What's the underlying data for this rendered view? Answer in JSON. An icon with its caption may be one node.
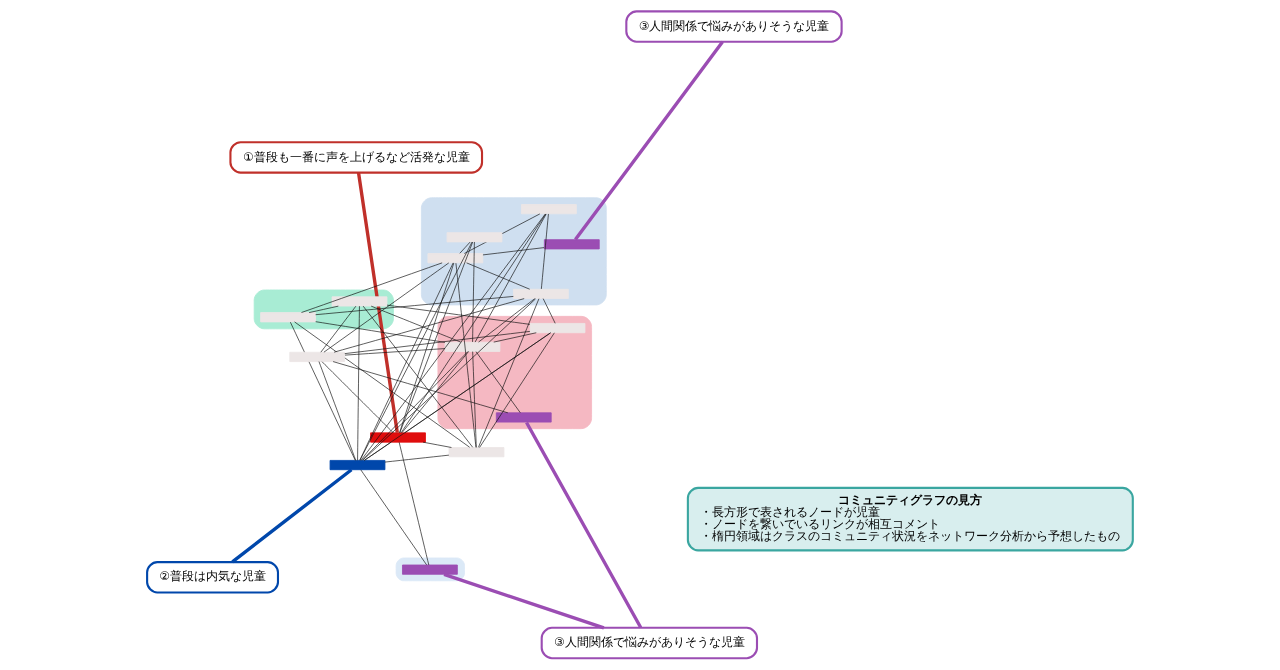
{
  "diagram": {
    "nodes": [
      {
        "text": [
          "コミュニティグラフの見方",
          "・長方形で表されるノードが児童",
          "・ノードを繋いでいるリンクが相互コメント",
          "・楕円領域はクラスのコミュニティ状況をネットワーク分析から予想したもの"
        ]
      },
      {
        "text": [
          "①普段も一番に声を上げるなど活発な児童"
        ]
      },
      {
        "text": [
          "③人間関係で悩みがありそうな児童"
        ]
      },
      {
        "text": [],
        "shape": "ellipse"
      },
      {
        "text": [],
        "shape": "bar",
        "in": 3
      },
      {
        "text": [],
        "shape": "bar",
        "in": 3
      },
      {
        "text": [],
        "shape": "ellipse"
      },
      {
        "text": [],
        "shape": "bar",
        "in": 6
      },
      {
        "text": [],
        "shape": "bar",
        "in": 6
      },
      {
        "text": [],
        "shape": "bar"
      },
      {
        "text": [],
        "shape": "bar"
      },
      {
        "text": [],
        "shape": "bar"
      },
      {
        "text": [],
        "shape": "bar",
        "in": 6
      },
      {
        "text": [],
        "shape": "ellipse"
      },
      {
        "text": [],
        "shape": "ellipse"
      },
      {
        "text": [],
        "shape": "bar",
        "in": 13
      },
      {
        "text": [],
        "shape": "bar"
      },
      {
        "text": [],
        "shape": "bar",
        "in": 14
      },
      {
        "text": [],
        "shape": "bar",
        "in": 6
      },
      {
        "text": [],
        "shape": "bar",
        "in": 14
      },
      {
        "text": [],
        "shape": "bar",
        "in": 6
      },
      {
        "text": [
          "③人間関係で悩みがありそうな児童"
        ]
      },
      {
        "text": [
          "②普段は内気な児童"
        ]
      },
      {
        "text": [],
        "shape": "bar",
        "in": 14
      }
    ],
    "edges": [
      {
        "from": 1,
        "to": 11,
        "arrow": "none",
        "style": "thick",
        "color": "#c0302a"
      },
      {
        "from": 2,
        "to": 7,
        "arrow": "none",
        "style": "thick",
        "color": "#9b4db3"
      },
      {
        "from": 21,
        "to": 15,
        "arrow": "none",
        "style": "thick",
        "color": "#9b4db3"
      },
      {
        "from": 21,
        "to": 23,
        "arrow": "none",
        "style": "thick",
        "color": "#9b4db3"
      },
      {
        "from": 22,
        "to": 16,
        "arrow": "none",
        "style": "thick",
        "color": "#0047ab"
      },
      {
        "from": 4,
        "to": 5,
        "arrow": "none"
      },
      {
        "from": 4,
        "to": 10,
        "arrow": "none"
      },
      {
        "from": 4,
        "to": 16,
        "arrow": "none"
      },
      {
        "from": 4,
        "to": 19,
        "arrow": "none"
      },
      {
        "from": 4,
        "to": 18,
        "arrow": "none"
      },
      {
        "from": 4,
        "to": 8,
        "arrow": "none"
      },
      {
        "from": 5,
        "to": 10,
        "arrow": "none"
      },
      {
        "from": 5,
        "to": 9,
        "arrow": "none"
      },
      {
        "from": 5,
        "to": 17,
        "arrow": "none"
      },
      {
        "from": 5,
        "to": 19,
        "arrow": "none"
      },
      {
        "from": 5,
        "to": 16,
        "arrow": "none"
      },
      {
        "from": 9,
        "to": 8,
        "arrow": "none"
      },
      {
        "from": 9,
        "to": 11,
        "arrow": "none"
      },
      {
        "from": 9,
        "to": 17,
        "arrow": "none"
      },
      {
        "from": 9,
        "to": 19,
        "arrow": "none"
      },
      {
        "from": 9,
        "to": 16,
        "arrow": "none"
      },
      {
        "from": 9,
        "to": 18,
        "arrow": "none"
      },
      {
        "from": 10,
        "to": 8,
        "arrow": "none"
      },
      {
        "from": 10,
        "to": 17,
        "arrow": "none"
      },
      {
        "from": 10,
        "to": 19,
        "arrow": "none"
      },
      {
        "from": 10,
        "to": 16,
        "arrow": "none"
      },
      {
        "from": 10,
        "to": 11,
        "arrow": "none"
      },
      {
        "from": 10,
        "to": 18,
        "arrow": "none"
      },
      {
        "from": 11,
        "to": 12,
        "arrow": "none"
      },
      {
        "from": 11,
        "to": 20,
        "arrow": "none"
      },
      {
        "from": 11,
        "to": 8,
        "arrow": "none"
      },
      {
        "from": 11,
        "to": 16,
        "arrow": "none"
      },
      {
        "from": 11,
        "to": 17,
        "arrow": "none"
      },
      {
        "from": 11,
        "to": 19,
        "arrow": "none"
      },
      {
        "from": 15,
        "to": 11,
        "arrow": "none"
      },
      {
        "from": 15,
        "to": 16,
        "arrow": "none"
      },
      {
        "from": 16,
        "to": 12,
        "arrow": "none"
      },
      {
        "from": 16,
        "to": 20,
        "arrow": "none"
      },
      {
        "from": 16,
        "to": 19,
        "arrow": "none"
      },
      {
        "from": 16,
        "to": 18,
        "arrow": "none"
      },
      {
        "from": 16,
        "to": 17,
        "arrow": "none"
      },
      {
        "from": 17,
        "to": 19,
        "arrow": "none"
      },
      {
        "from": 17,
        "to": 18,
        "arrow": "none"
      },
      {
        "from": 19,
        "to": 18,
        "arrow": "none"
      },
      {
        "from": 19,
        "to": 23,
        "arrow": "none"
      },
      {
        "from": 9,
        "to": 23,
        "arrow": "none"
      },
      {
        "from": 8,
        "to": 7,
        "arrow": "none"
      },
      {
        "from": 8,
        "to": 12,
        "arrow": "none"
      },
      {
        "from": 8,
        "to": 20,
        "arrow": "none"
      },
      {
        "from": 8,
        "to": 18,
        "arrow": "none"
      },
      {
        "from": 8,
        "to": 16,
        "arrow": "none"
      },
      {
        "from": 12,
        "to": 18,
        "arrow": "none"
      },
      {
        "from": 12,
        "to": 19,
        "arrow": "none"
      },
      {
        "from": 20,
        "to": 19,
        "arrow": "none"
      }
    ]
  }
}
